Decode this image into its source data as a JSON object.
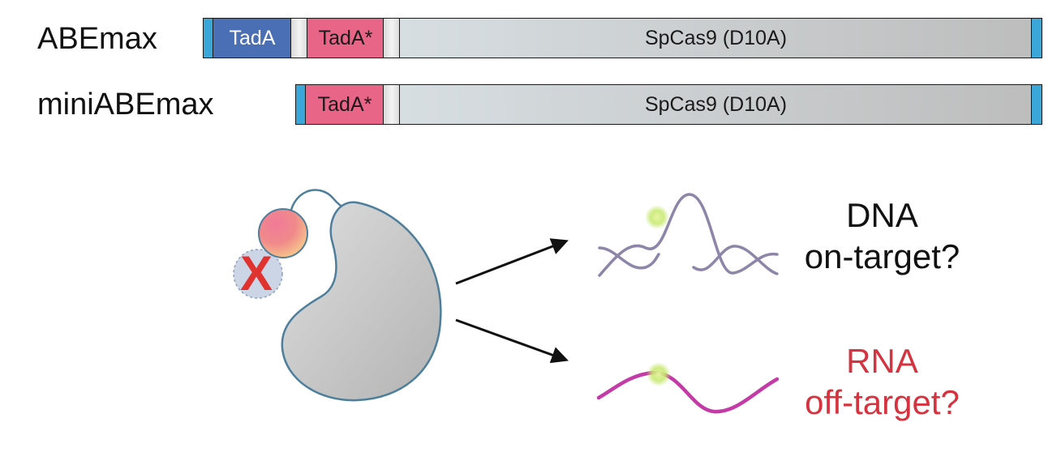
{
  "constructs": [
    {
      "name": "ABEmax",
      "domains": [
        {
          "label": "TadA"
        },
        {
          "label": "TadA*"
        },
        {
          "label": "SpCas9 (D10A)"
        }
      ]
    },
    {
      "name": "miniABEmax",
      "domains": [
        {
          "label": "TadA*"
        },
        {
          "label": "SpCas9 (D10A)"
        }
      ]
    }
  ],
  "outcomes": {
    "dna": {
      "line1": "DNA",
      "line2": "on-target?"
    },
    "rna": {
      "line1": "RNA",
      "line2": "off-target?"
    }
  },
  "colors": {
    "tada": "#4a6fb5",
    "tada_star": "#e86588",
    "cap": "#3aa7d8",
    "dna_strand": "#8e86a8",
    "rna_strand": "#c43aa6",
    "removed_mark": "#e0332f",
    "rna_text": "#d4333f",
    "protein_outline": "#4d7f9c"
  },
  "glyphs": {
    "removed_mark": "X"
  }
}
